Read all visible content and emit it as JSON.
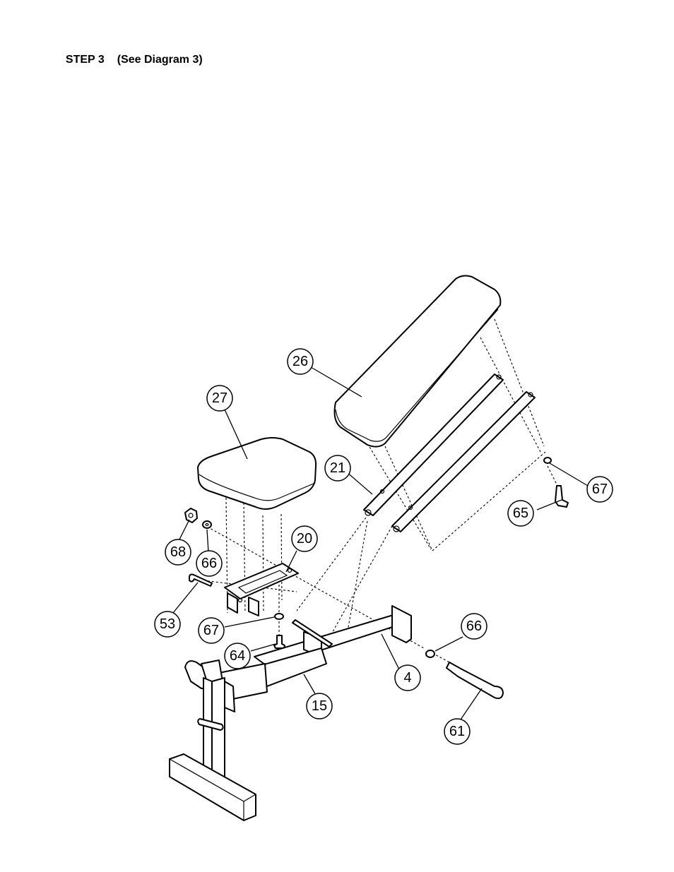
{
  "heading": {
    "step": "STEP 3",
    "reference": "(See Diagram 3)"
  },
  "callouts": [
    {
      "id": "c26",
      "label": "26"
    },
    {
      "id": "c27",
      "label": "27"
    },
    {
      "id": "c21",
      "label": "21"
    },
    {
      "id": "c67a",
      "label": "67"
    },
    {
      "id": "c65",
      "label": "65"
    },
    {
      "id": "c20",
      "label": "20"
    },
    {
      "id": "c68",
      "label": "68"
    },
    {
      "id": "c66a",
      "label": "66"
    },
    {
      "id": "c53",
      "label": "53"
    },
    {
      "id": "c67b",
      "label": "67"
    },
    {
      "id": "c64",
      "label": "64"
    },
    {
      "id": "c66b",
      "label": "66"
    },
    {
      "id": "c4",
      "label": "4"
    },
    {
      "id": "c15",
      "label": "15"
    },
    {
      "id": "c61",
      "label": "61"
    }
  ]
}
